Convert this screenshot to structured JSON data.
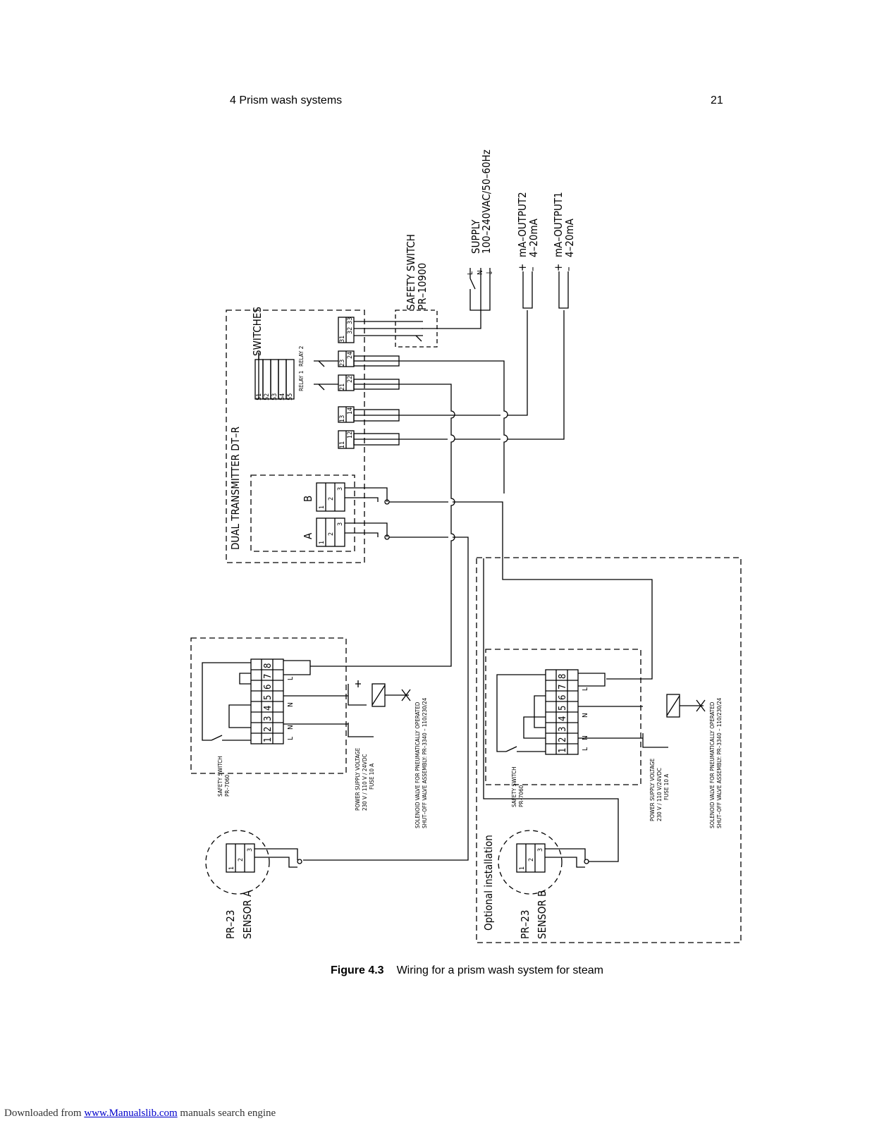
{
  "header": {
    "section": "4 Prism wash systems",
    "page_number": "21"
  },
  "diagram": {
    "transmitter_label": "DUAL  TRANSMITTER  DT–R",
    "switches_label": "SWITCHES",
    "switch_terminals": [
      "51",
      "52",
      "53",
      "54",
      "55"
    ],
    "relay1": "RELAY 1",
    "relay2": "RELAY 2",
    "input_a": "A",
    "input_b": "B",
    "terminals_123": [
      "1",
      "2",
      "3"
    ],
    "t_11_12": [
      "11",
      "12"
    ],
    "t_13_14": [
      "13",
      "14"
    ],
    "t_21_22": [
      "21",
      "22"
    ],
    "t_23_24": [
      "23",
      "24"
    ],
    "t_31_33": [
      "31",
      "32",
      "33"
    ],
    "lne": [
      "L",
      "N",
      "⏚"
    ],
    "safety_switch_title": "SAFETY  SWITCH",
    "safety_switch_part": "PR–10900",
    "supply_title": "SUPPLY",
    "supply_spec": "100–240VAC/50–60Hz",
    "out2_title": "mA–OUTPUT2",
    "out2_spec": "4–20mA",
    "out1_title": "mA–OUTPUT1",
    "out1_spec": "4–20mA",
    "plus": "+",
    "minus": "–",
    "block_terminals": [
      "1",
      "2",
      "3",
      "4",
      "5",
      "6",
      "7",
      "8"
    ],
    "safety_switch_small": "SAFETY  SWITCH",
    "safety_switch_small_part": "PR–7060",
    "psu_a_line1": "POWER SUPPLY VOLTAGE",
    "psu_a_line2": "230 V / 110 V / 24VDC",
    "psu_a_line3": "FUSE 10 A",
    "psu_b_line1": "POWER SUPPLY VOLTAGE",
    "psu_b_line2": "230 V / 110 V/24VDC",
    "psu_b_line3": "FUSE 10 A",
    "solenoid_line1": "SOLENOID VALVE FOR PNEUMATICALLY OPERATED",
    "solenoid_line2": "SHUT–OFF VALVE ASSEMBLY:  PR–3340 – 110/230/24",
    "sensor_a_model": "PR–23",
    "sensor_a_name": "SENSOR  A",
    "sensor_b_model": "PR–23",
    "sensor_b_name": "SENSOR  B",
    "optional_label": "Optional  installation",
    "letter_L": "L",
    "letter_N": "N"
  },
  "caption": {
    "figure_label": "Figure 4.3",
    "text": "Wiring for a prism wash system for steam"
  },
  "footer": {
    "prefix": "Downloaded from ",
    "link": "www.Manualslib.com",
    "suffix": " manuals search engine"
  }
}
